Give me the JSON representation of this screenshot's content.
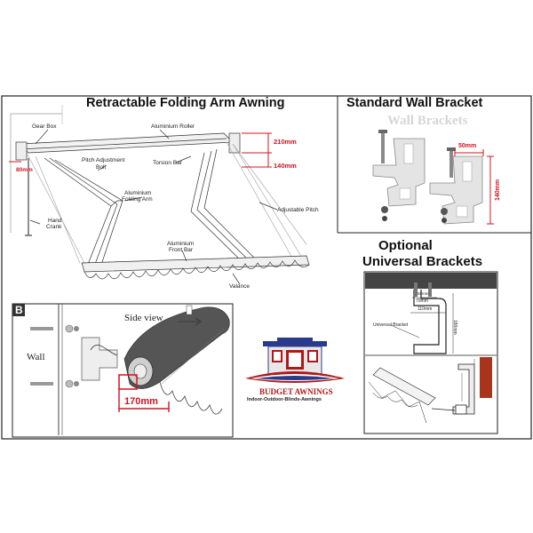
{
  "main": {
    "title": "Retractable Folding Arm Awning",
    "labels": {
      "gear_box": "Gear Box",
      "aluminium_roller": "Aluminium Roller",
      "pitch_bolt_1": "Pitch Adjustment",
      "pitch_bolt_2": "Bolt",
      "torsion_bar": "Torsion Bar",
      "arm_1": "Aluminium",
      "arm_2": "Folding Arm",
      "hand_1": "Hand",
      "hand_2": "Crank",
      "adjustable_pitch": "Adjustable Pitch",
      "front_1": "Aluminium",
      "front_2": "Front Bar",
      "valance": "Valance"
    },
    "dimensions": {
      "d210": "210mm",
      "d140": "140mm",
      "d80": "80mm"
    }
  },
  "bracket": {
    "title": "Standard Wall Bracket",
    "watermark": "Wall Brackets",
    "d50": "50mm",
    "d140": "140mm"
  },
  "optional": {
    "title_1": "Optional",
    "title_2": "Universal Brackets",
    "d55": "55mm",
    "d70": "70mm",
    "d110": "110mm",
    "d180": "180mm",
    "universal_label": "Universal Bracket"
  },
  "panel_b": {
    "letter": "B",
    "side_view": "Side view",
    "wall": "Wall",
    "d170": "170mm"
  },
  "logo": {
    "name": "BUDGET AWNINGS",
    "tagline": "Indoor-Outdoor-Blinds-Awnings"
  },
  "colors": {
    "accent_red": "#d0141e",
    "logo_red": "#b01818",
    "logo_blue": "#2a3b8c"
  }
}
